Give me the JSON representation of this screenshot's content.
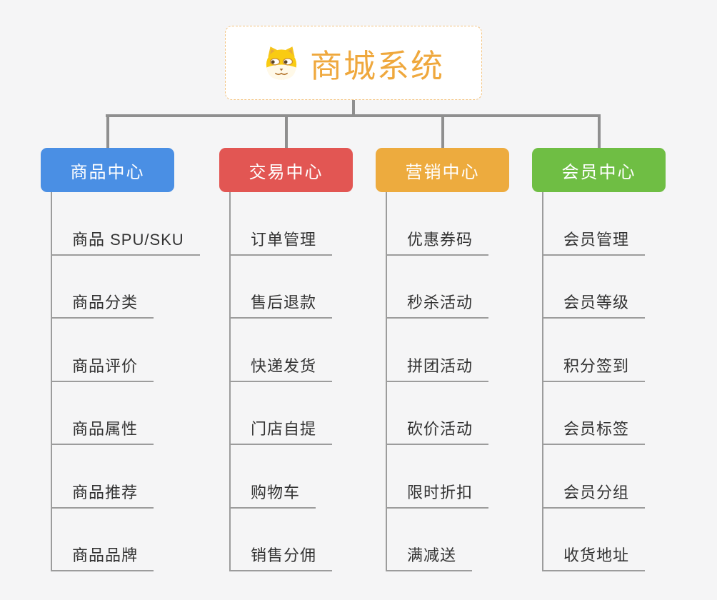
{
  "root": {
    "title": "商城系统",
    "icon": "doge-dog-icon"
  },
  "branches": [
    {
      "label": "商品中心",
      "color": "#4A8FE4",
      "items": [
        "商品 SPU/SKU",
        "商品分类",
        "商品评价",
        "商品属性",
        "商品推荐",
        "商品品牌"
      ]
    },
    {
      "label": "交易中心",
      "color": "#E25653",
      "items": [
        "订单管理",
        "售后退款",
        "快递发货",
        "门店自提",
        "购物车",
        "销售分佣"
      ]
    },
    {
      "label": "营销中心",
      "color": "#EDAB3E",
      "items": [
        "优惠券码",
        "秒杀活动",
        "拼团活动",
        "砍价活动",
        "限时折扣",
        "满减送"
      ]
    },
    {
      "label": "会员中心",
      "color": "#6FBE44",
      "items": [
        "会员管理",
        "会员等级",
        "积分签到",
        "会员标签",
        "会员分组",
        "收货地址"
      ]
    }
  ],
  "colors": {
    "background": "#F5F5F6",
    "root_title": "#EFA83D",
    "root_border": "#F3C380",
    "connector": "#8F8F8F",
    "underline": "#9C9C9C",
    "item_text": "#333333"
  }
}
